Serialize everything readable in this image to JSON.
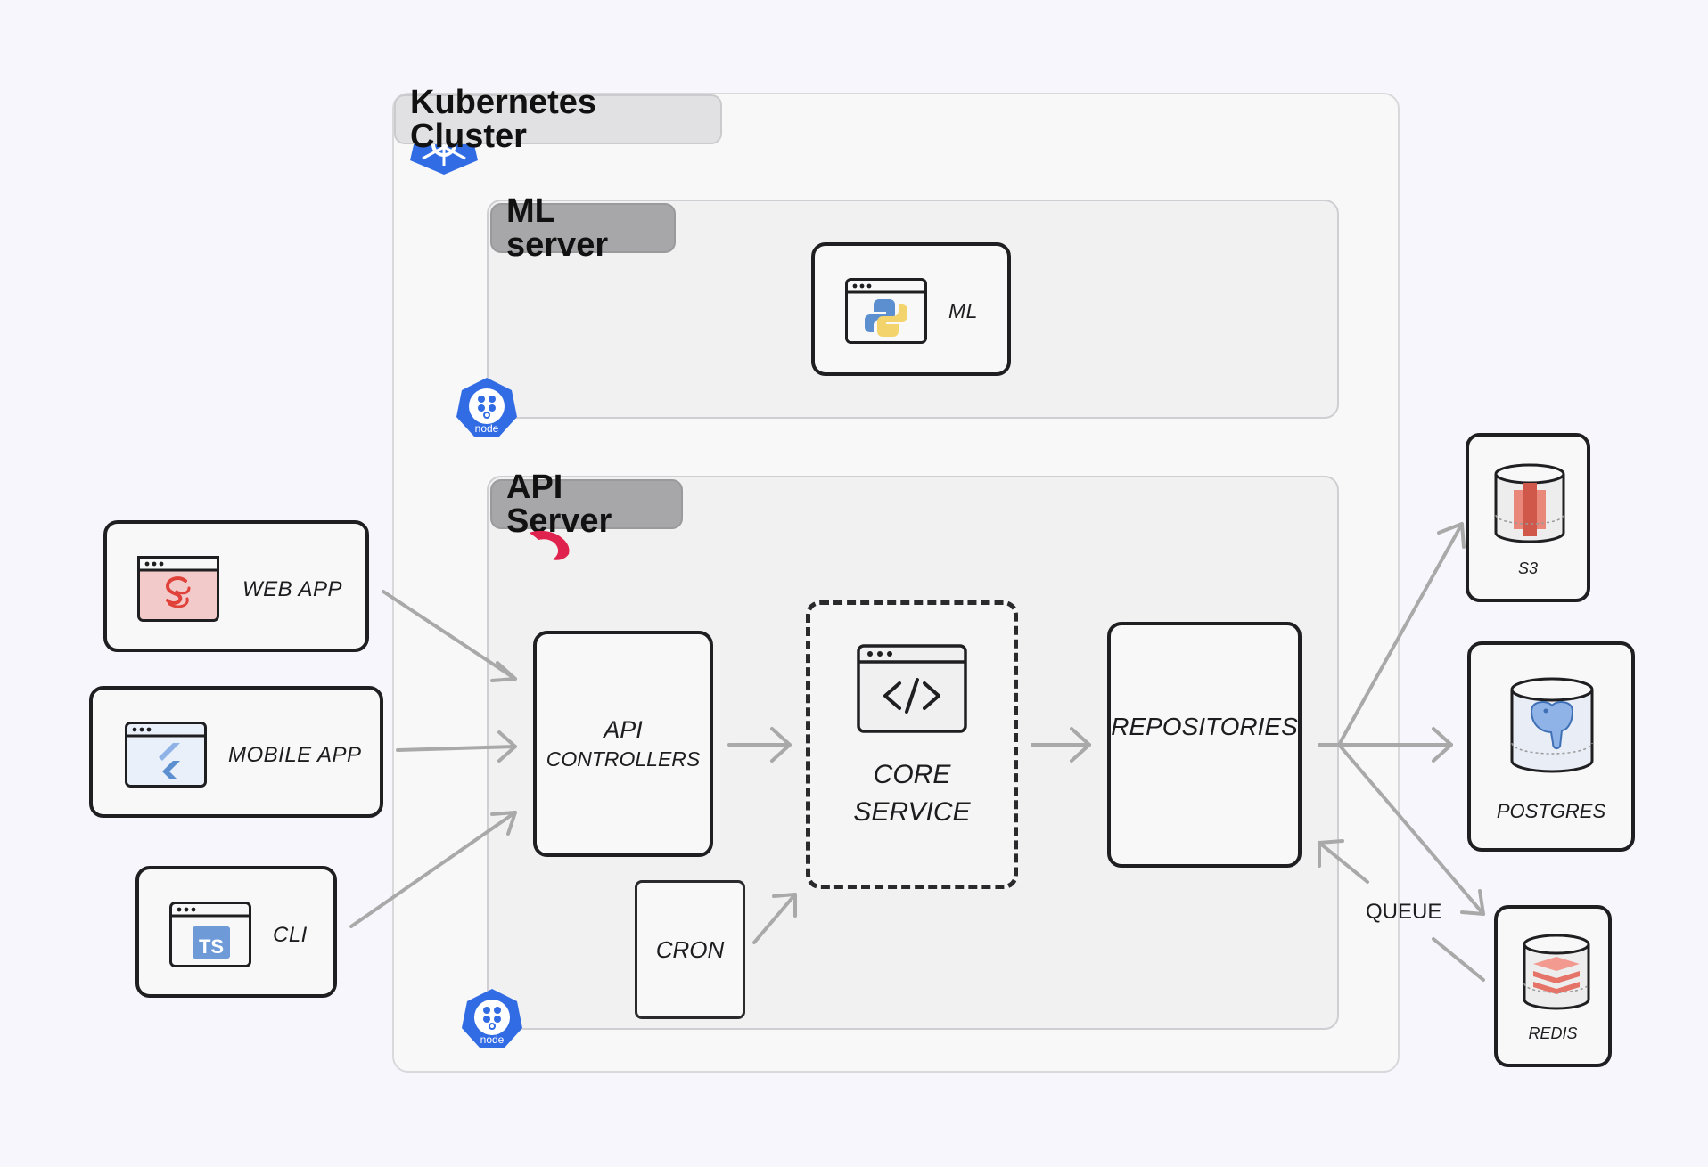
{
  "cluster": {
    "title": "Kubernetes Cluster",
    "icon": "kubernetes-icon"
  },
  "ml_server": {
    "title": "ML server",
    "service": {
      "label": "ML",
      "icon": "python-window-icon"
    },
    "node_badge": "node"
  },
  "api_server": {
    "title": "API Server",
    "icon": "nestjs-icon",
    "controllers": {
      "line1": "API",
      "line2": "CONTROLLERS"
    },
    "core": {
      "line1": "CORE",
      "line2": "SERVICE",
      "icon": "code-window-icon"
    },
    "repositories": "REPOSITORIES",
    "cron": "CRON",
    "node_badge": "node"
  },
  "clients": [
    {
      "label": "WEB APP",
      "icon": "svelte-window-icon"
    },
    {
      "label": "MOBILE APP",
      "icon": "flutter-window-icon"
    },
    {
      "label": "CLI",
      "icon": "typescript-window-icon"
    }
  ],
  "stores": [
    {
      "label": "S3",
      "icon": "s3-database-icon"
    },
    {
      "label": "POSTGRES",
      "icon": "postgres-database-icon"
    },
    {
      "label": "REDIS",
      "icon": "redis-database-icon"
    }
  ],
  "queue_label": "QUEUE",
  "colors": {
    "kubernetes": "#326ce5",
    "nest": "#e0234e",
    "arrow": "#a9a9a9",
    "svelte": "#ff3e00",
    "ts": "#3178c6"
  }
}
